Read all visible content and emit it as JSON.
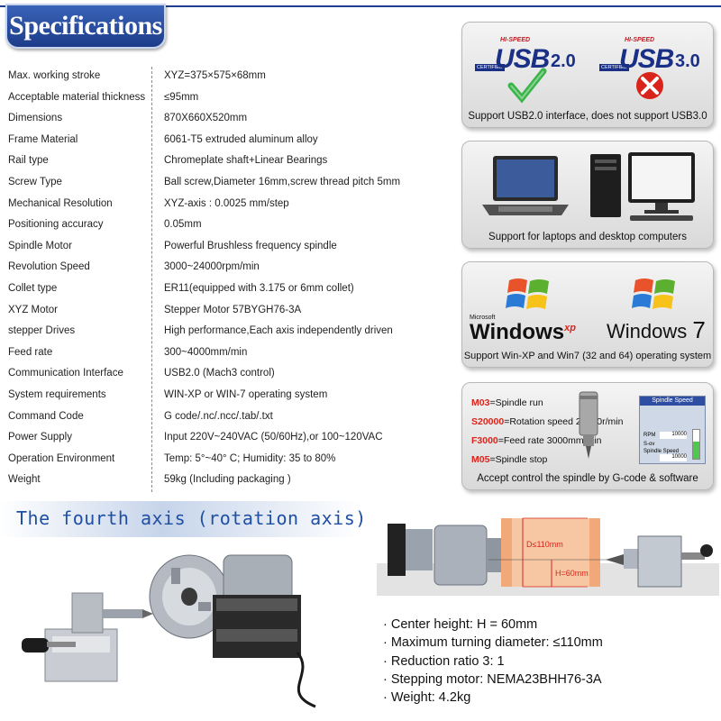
{
  "header": {
    "title": "Specifications"
  },
  "specs": [
    {
      "label": "Max. working stroke",
      "value": "XYZ=375×575×68mm"
    },
    {
      "label": "Acceptable material thickness",
      "value": "≤95mm"
    },
    {
      "label": "Dimensions",
      "value": "870X660X520mm"
    },
    {
      "label": "Frame Material",
      "value": "6061-T5 extruded aluminum alloy"
    },
    {
      "label": "Rail type",
      "value": "Chromeplate shaft+Linear Bearings"
    },
    {
      "label": "Screw Type",
      "value": "Ball screw,Diameter 16mm,screw thread pitch 5mm"
    },
    {
      "label": "Mechanical Resolution",
      "value": "XYZ-axis : 0.0025 mm/step"
    },
    {
      "label": "Positioning accuracy",
      "value": "0.05mm"
    },
    {
      "label": "Spindle Motor",
      "value": "Powerful Brushless frequency spindle"
    },
    {
      "label": "Revolution Speed",
      "value": "3000~24000rpm/min"
    },
    {
      "label": "Collet type",
      "value": "ER11(equipped with 3.175 or 6mm collet)"
    },
    {
      "label": "XYZ Motor",
      "value": "Stepper Motor 57BYGH76-3A"
    },
    {
      "label": "stepper Drives",
      "value": "High performance,Each axis independently driven"
    },
    {
      "label": "Feed rate",
      "value": "300~4000mm/min"
    },
    {
      "label": "Communication Interface",
      "value": "USB2.0    (Mach3 control)"
    },
    {
      "label": "System requirements",
      "value": "WIN-XP or WIN-7 operating system"
    },
    {
      "label": "Command Code",
      "value": "G code/.nc/.ncc/.tab/.txt"
    },
    {
      "label": "Power Supply",
      "value": "Input 220V~240VAC (50/60Hz),or 100~120VAC"
    },
    {
      "label": "Operation Environment",
      "value": "Temp: 5°~40° C;   Humidity: 35 to 80%"
    },
    {
      "label": "Weight",
      "value": "59kg (Including packaging )"
    }
  ],
  "panels": {
    "usb": {
      "caption": "Support USB2.0 interface, does not support USB3.0",
      "usb2": {
        "word": "USB",
        "version": "2.0",
        "tag": "HI-SPEED",
        "cert": "CERTIFIED"
      },
      "usb3": {
        "word": "USB",
        "version": "3.0",
        "tag": "HI-SPEED",
        "cert": "CERTIFIED"
      }
    },
    "computers": {
      "caption": "Support for laptops and desktop computers"
    },
    "os": {
      "caption": "Support Win-XP and Win7 (32 and 64) operating system",
      "xp": {
        "maker": "Microsoft",
        "name": "Windows",
        "suffix": "xp"
      },
      "win7": {
        "name": "Windows",
        "suffix": "7"
      }
    },
    "gcode": {
      "caption": "Accept control the spindle by G-code & software",
      "commands": [
        {
          "code": "M03",
          "text": "=Spindle run"
        },
        {
          "code": "S20000",
          "text": "=Rotation speed 20000r/min"
        },
        {
          "code": "F3000",
          "text": "=Feed rate 3000mm/min"
        },
        {
          "code": "M05",
          "text": "=Spindle stop"
        }
      ],
      "window": {
        "title": "Spindle Speed",
        "rpm_label": "RPM",
        "ovr_label": "S-ov",
        "speed_label": "Spindle Speed",
        "value1": "10000",
        "value2": "10000"
      }
    }
  },
  "fourth_axis": {
    "title": "The fourth axis (rotation axis)",
    "diagram": {
      "diameter_label": "D≤110mm",
      "height_label": "H=60mm"
    },
    "specs": [
      "· Center height: H = 60mm",
      "· Maximum turning diameter: ≤110mm",
      "· Reduction ratio 3: 1",
      "· Stepping motor: NEMA23BHH76-3A",
      "· Weight: 4.2kg"
    ]
  },
  "colors": {
    "accent_blue": "#1f4fa3",
    "header_blue": "#2b4fa3",
    "command_red": "#d9241b"
  }
}
